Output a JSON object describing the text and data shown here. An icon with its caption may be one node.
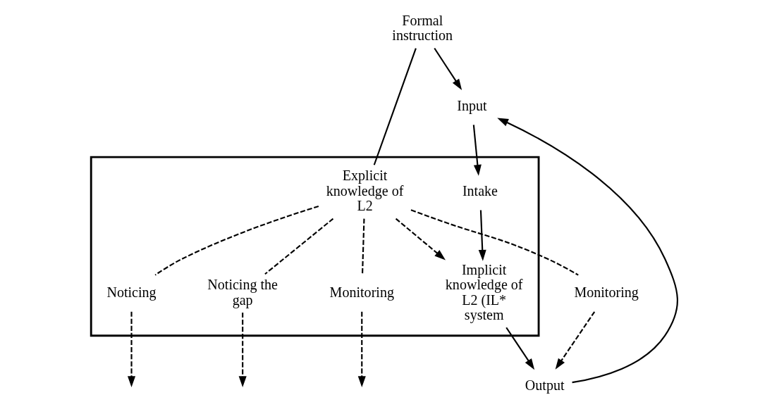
{
  "diagram": {
    "nodes": [
      {
        "text": [
          "Formal instruction"
        ]
      },
      {
        "text": [],
        "shape": "box"
      },
      {
        "text": [
          "Explicit knowledge of L2"
        ],
        "in": 1
      },
      {
        "text": [
          "Noticing"
        ],
        "in": 1
      },
      {
        "text": [
          "Noticing the gap"
        ],
        "in": 1
      },
      {
        "text": [
          "Monitoring"
        ],
        "in": 1
      },
      {
        "text": [
          "Monitoring"
        ]
      },
      {
        "text": [
          "Input"
        ]
      },
      {
        "text": [
          "Intake"
        ],
        "in": 1
      },
      {
        "text": [
          "Implicit knowledge of L2 (IL* system"
        ],
        "in": 1
      },
      {
        "text": [
          "Output"
        ]
      }
    ],
    "edges": [
      {
        "from": 0,
        "to": 7,
        "arrow": "to"
      },
      {
        "from": 0,
        "to": 2,
        "arrow": "none"
      },
      {
        "from": 2,
        "to": 3,
        "arrow": "none",
        "style": "dashed"
      },
      {
        "from": 2,
        "to": 4,
        "arrow": "none",
        "style": "dashed"
      },
      {
        "from": 2,
        "to": 5,
        "arrow": "none",
        "style": "dashed"
      },
      {
        "from": 2,
        "to": 6,
        "arrow": "none",
        "style": "dashed"
      },
      {
        "from": 3,
        "to": null,
        "arrow": "to",
        "style": "dashed"
      },
      {
        "from": 4,
        "to": null,
        "arrow": "to",
        "style": "dashed"
      },
      {
        "from": 2,
        "to": 9,
        "arrow": "to",
        "style": "dashed"
      },
      {
        "from": 5,
        "to": null,
        "arrow": "to",
        "style": "dashed"
      },
      {
        "from": 6,
        "to": 10,
        "arrow": "to",
        "style": "dashed"
      },
      {
        "from": 7,
        "to": 8,
        "arrow": "to"
      },
      {
        "from": 8,
        "to": 9,
        "arrow": "to"
      },
      {
        "from": 9,
        "to": 10,
        "arrow": "to"
      },
      {
        "from": 10,
        "to": 7,
        "arrow": "to"
      }
    ]
  }
}
